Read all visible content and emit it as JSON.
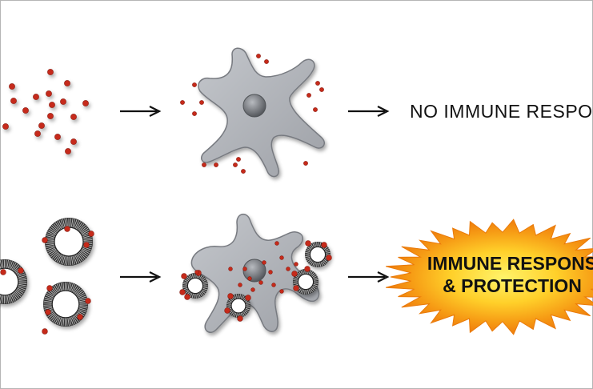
{
  "labels": {
    "no_response": "NO IMMUNE RESPONS",
    "response_line1": "IMMUNE RESPONS",
    "response_line2": "& PROTECTION"
  },
  "colors": {
    "antigen": "#c62a1a",
    "cell_fill": "#a9acb2",
    "cell_stroke": "#6e7177",
    "nucleus": "#6c6f74",
    "liposome_ring": "#3c3c3c",
    "burst_outer": "#f39a12",
    "burst_inner": "#ffe34a",
    "frame": "#b5b5b5"
  },
  "icons": {
    "arrow": "right-arrow-icon",
    "cell": "dendritic-cell-icon",
    "particle": "liposome-icon",
    "burst": "starburst-icon"
  }
}
